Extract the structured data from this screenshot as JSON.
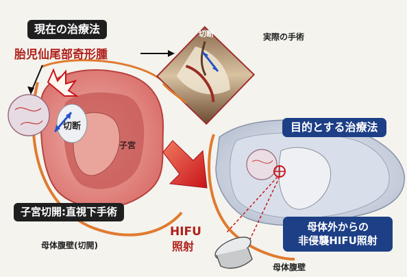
{
  "labels": {
    "current_treatment": "現在の治療法",
    "tumor_name": "胎児仙尾部奇形腫",
    "actual_surgery": "実際の手術",
    "cut_photo": "切断",
    "cut_current": "切断",
    "uterus": "子宮",
    "uterine_incision": "子宮切開:直視下手術",
    "maternal_wall_incision": "母体腹壁(切開)",
    "target_treatment": "目的とする治療法",
    "hifu_line1": "HIFU",
    "hifu_line2": "照射",
    "noninvasive_line1": "母体外からの",
    "noninvasive_line2": "非侵襲HIFU照射",
    "maternal_wall": "母体腹壁"
  }
}
